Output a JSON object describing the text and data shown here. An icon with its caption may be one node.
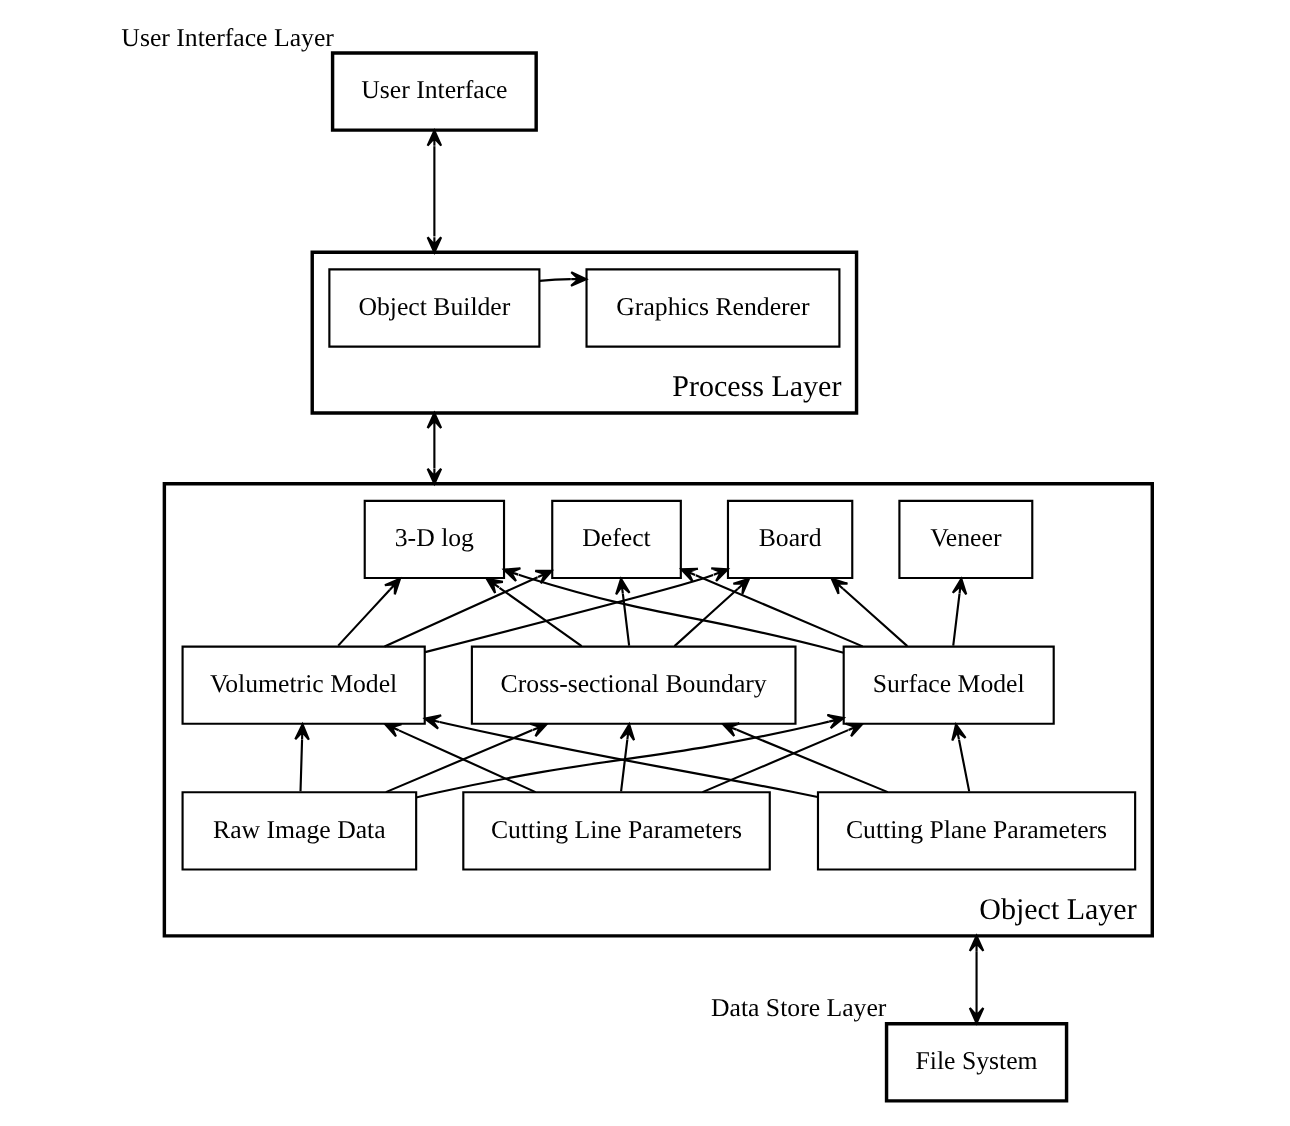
{
  "diagram": {
    "nodes": [
      {
        "text": [
          "User Interface"
        ],
        "beside": [
          "User Interface Layer"
        ]
      },
      {
        "text": [
          "Process Layer"
        ]
      },
      {
        "text": [
          "Object Builder"
        ],
        "in": 1
      },
      {
        "text": [
          "Graphics Renderer"
        ],
        "in": 1
      },
      {
        "text": [
          "Object Layer"
        ]
      },
      {
        "text": [
          "3-D log"
        ],
        "in": 4
      },
      {
        "text": [
          "Defect"
        ],
        "in": 4
      },
      {
        "text": [
          "Board"
        ],
        "in": 4
      },
      {
        "text": [
          "Veneer"
        ],
        "in": 4
      },
      {
        "text": [
          "Volumetric Model"
        ],
        "in": 4
      },
      {
        "text": [
          "Cross-sectional Boundary"
        ],
        "in": 4
      },
      {
        "text": [
          "Surface Model"
        ],
        "in": 4
      },
      {
        "text": [
          "Cutting Plane Parameters"
        ],
        "in": 4
      },
      {
        "text": [
          "Raw Image Data"
        ],
        "in": 4
      },
      {
        "text": [
          "Cutting Line Parameters"
        ],
        "in": 4
      },
      {
        "text": [
          "File System"
        ],
        "beside": [
          "Data Store Layer"
        ]
      }
    ],
    "edges": [
      {
        "from": 0,
        "to": 1,
        "arrow": "both"
      },
      {
        "from": 2,
        "to": 3,
        "arrow": "to"
      },
      {
        "from": 1,
        "to": 4,
        "arrow": "both"
      },
      {
        "from": 11,
        "to": 5,
        "arrow": "to"
      },
      {
        "from": 11,
        "to": 6,
        "arrow": "to"
      },
      {
        "from": 11,
        "to": 7,
        "arrow": "to"
      },
      {
        "from": 11,
        "to": 8,
        "arrow": "to"
      },
      {
        "from": 9,
        "to": 5,
        "arrow": "to"
      },
      {
        "from": 9,
        "to": 6,
        "arrow": "to"
      },
      {
        "from": 9,
        "to": 7,
        "arrow": "to"
      },
      {
        "from": 10,
        "to": 5,
        "arrow": "to"
      },
      {
        "from": 10,
        "to": 6,
        "arrow": "to"
      },
      {
        "from": 10,
        "to": 7,
        "arrow": "to"
      },
      {
        "from": 12,
        "to": 9,
        "arrow": "to"
      },
      {
        "from": 12,
        "to": 10,
        "arrow": "to"
      },
      {
        "from": 12,
        "to": 11,
        "arrow": "to"
      },
      {
        "from": 13,
        "to": 9,
        "arrow": "to"
      },
      {
        "from": 13,
        "to": 10,
        "arrow": "to"
      },
      {
        "from": 13,
        "to": 11,
        "arrow": "to"
      },
      {
        "from": 14,
        "to": 9,
        "arrow": "to"
      },
      {
        "from": 14,
        "to": 10,
        "arrow": "to"
      },
      {
        "from": 14,
        "to": 11,
        "arrow": "to"
      },
      {
        "from": 4,
        "to": 15,
        "arrow": "both"
      }
    ]
  }
}
